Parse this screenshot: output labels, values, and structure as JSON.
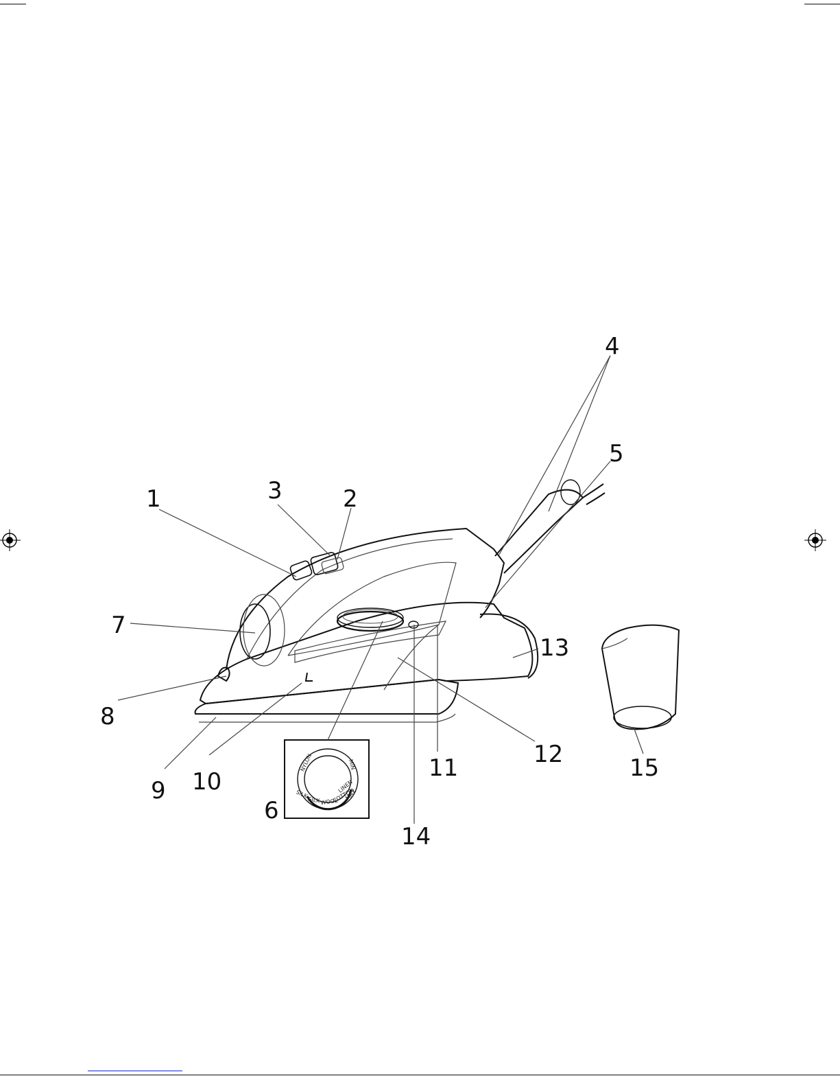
{
  "diagram": {
    "callouts": [
      {
        "id": "1",
        "label": "1"
      },
      {
        "id": "2",
        "label": "2"
      },
      {
        "id": "3",
        "label": "3"
      },
      {
        "id": "4",
        "label": "4"
      },
      {
        "id": "5",
        "label": "5"
      },
      {
        "id": "6",
        "label": "6"
      },
      {
        "id": "7",
        "label": "7"
      },
      {
        "id": "8",
        "label": "8"
      },
      {
        "id": "9",
        "label": "9"
      },
      {
        "id": "10",
        "label": "10"
      },
      {
        "id": "11",
        "label": "11"
      },
      {
        "id": "12",
        "label": "12"
      },
      {
        "id": "13",
        "label": "13"
      },
      {
        "id": "14",
        "label": "14"
      },
      {
        "id": "15",
        "label": "15"
      }
    ],
    "dial_inset": {
      "labels": [
        "NYLON",
        "MIN",
        "LINEN",
        "COTTON",
        "WOOL",
        "SILK",
        "SILK",
        "MAX"
      ]
    }
  }
}
